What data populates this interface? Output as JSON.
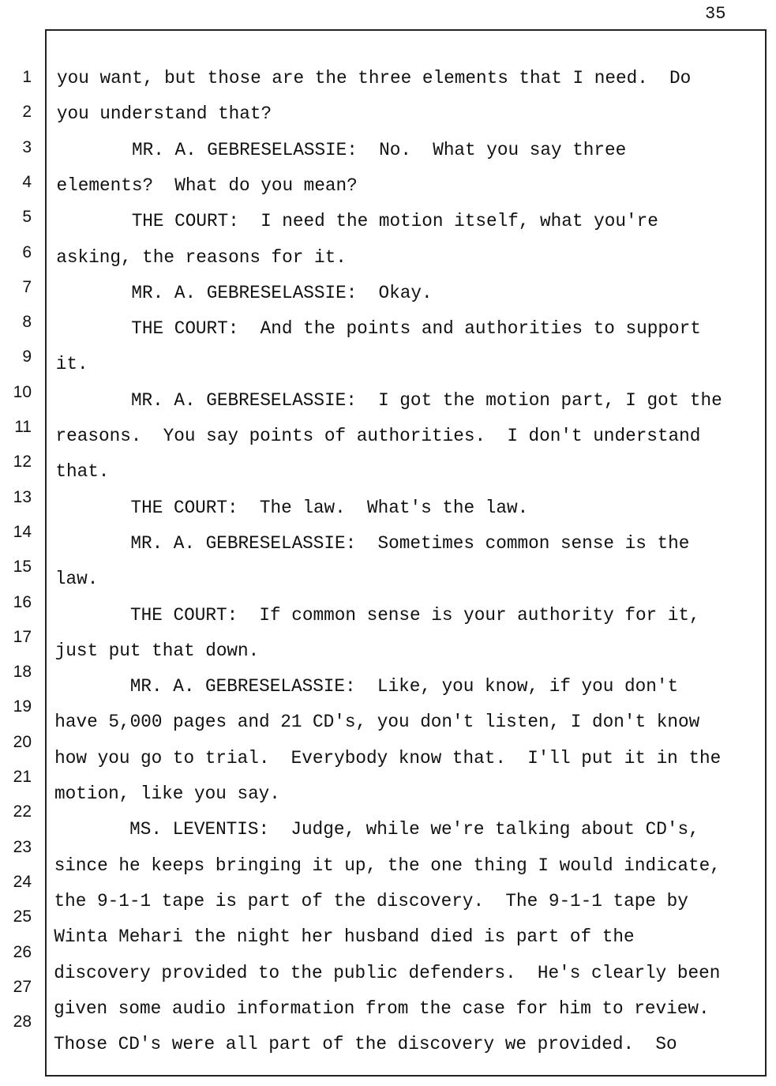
{
  "page_number": "35",
  "line_numbers": [
    "1",
    "2",
    "3",
    "4",
    "5",
    "6",
    "7",
    "8",
    "9",
    "10",
    "11",
    "12",
    "13",
    "14",
    "15",
    "16",
    "17",
    "18",
    "19",
    "20",
    "21",
    "22",
    "23",
    "24",
    "25",
    "26",
    "27",
    "28"
  ],
  "lines": [
    "you want, but those are the three elements that I need.  Do",
    "you understand that?",
    "       MR. A. GEBRESELASSIE:  No.  What you say three",
    "elements?  What do you mean?",
    "       THE COURT:  I need the motion itself, what you're",
    "asking, the reasons for it.",
    "       MR. A. GEBRESELASSIE:  Okay.",
    "       THE COURT:  And the points and authorities to support",
    "it.",
    "       MR. A. GEBRESELASSIE:  I got the motion part, I got the",
    "reasons.  You say points of authorities.  I don't understand",
    "that.",
    "       THE COURT:  The law.  What's the law.",
    "       MR. A. GEBRESELASSIE:  Sometimes common sense is the",
    "law.",
    "       THE COURT:  If common sense is your authority for it,",
    "just put that down.",
    "       MR. A. GEBRESELASSIE:  Like, you know, if you don't",
    "have 5,000 pages and 21 CD's, you don't listen, I don't know",
    "how you go to trial.  Everybody know that.  I'll put it in the",
    "motion, like you say.",
    "       MS. LEVENTIS:  Judge, while we're talking about CD's,",
    "since he keeps bringing it up, the one thing I would indicate,",
    "the 9-1-1 tape is part of the discovery.  The 9-1-1 tape by",
    "Winta Mehari the night her husband died is part of the",
    "discovery provided to the public defenders.  He's clearly been",
    "given some audio information from the case for him to review.",
    "Those CD's were all part of the discovery we provided.  So"
  ]
}
